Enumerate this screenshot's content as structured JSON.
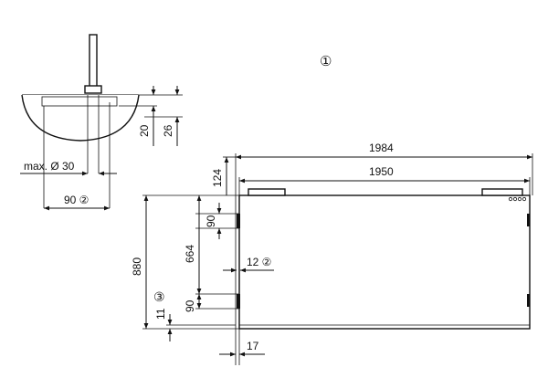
{
  "labels": {
    "view_marker": "①",
    "d_1984": "1984",
    "d_1950": "1950",
    "d_124": "124",
    "d_90_top": "90",
    "d_664": "664",
    "d_880": "880",
    "d_12": "12 ②",
    "d_3": "③",
    "d_11": "11",
    "d_90_bottom": "90",
    "d_17": "17",
    "d_20": "20",
    "d_26": "26",
    "d_max30": "max. Ø 30",
    "d_90_2": "90 ②"
  }
}
